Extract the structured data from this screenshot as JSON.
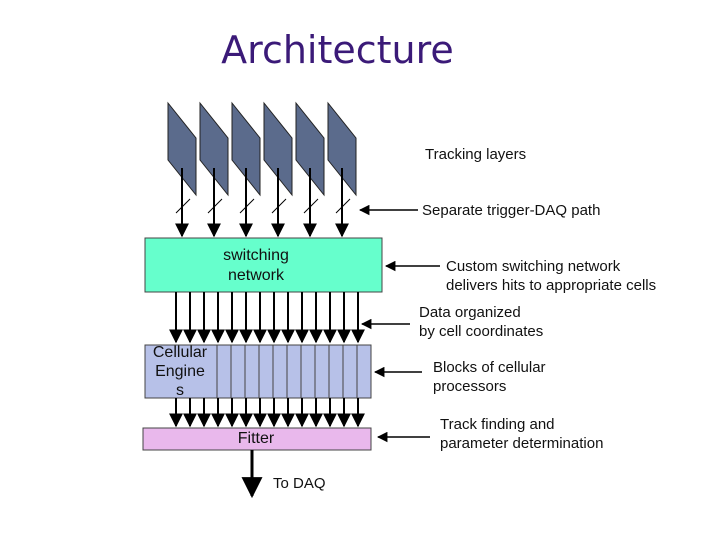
{
  "title": "Architecture",
  "blocks": {
    "switching": "switching\nnetwork",
    "cellular": "Cellular\nEngine\ns",
    "fitter": "Fitter",
    "output": "To DAQ"
  },
  "annotations": {
    "tracking": "Tracking layers",
    "trigger_path": "Separate trigger-DAQ path",
    "custom_switch": "Custom switching network\ndelivers hits to appropriate cells",
    "data_organized": "Data organized\nby cell coordinates",
    "blocks_cellular": "Blocks of cellular\nprocessors",
    "track_finding": "Track finding and\nparameter determination"
  },
  "colors": {
    "title": "#3b1a78",
    "tracking_layer": "#5b6b8c",
    "switching_fill": "#66ffcc",
    "cellular_fill": "#b7c1e8",
    "fitter_fill": "#e9b8ec"
  }
}
